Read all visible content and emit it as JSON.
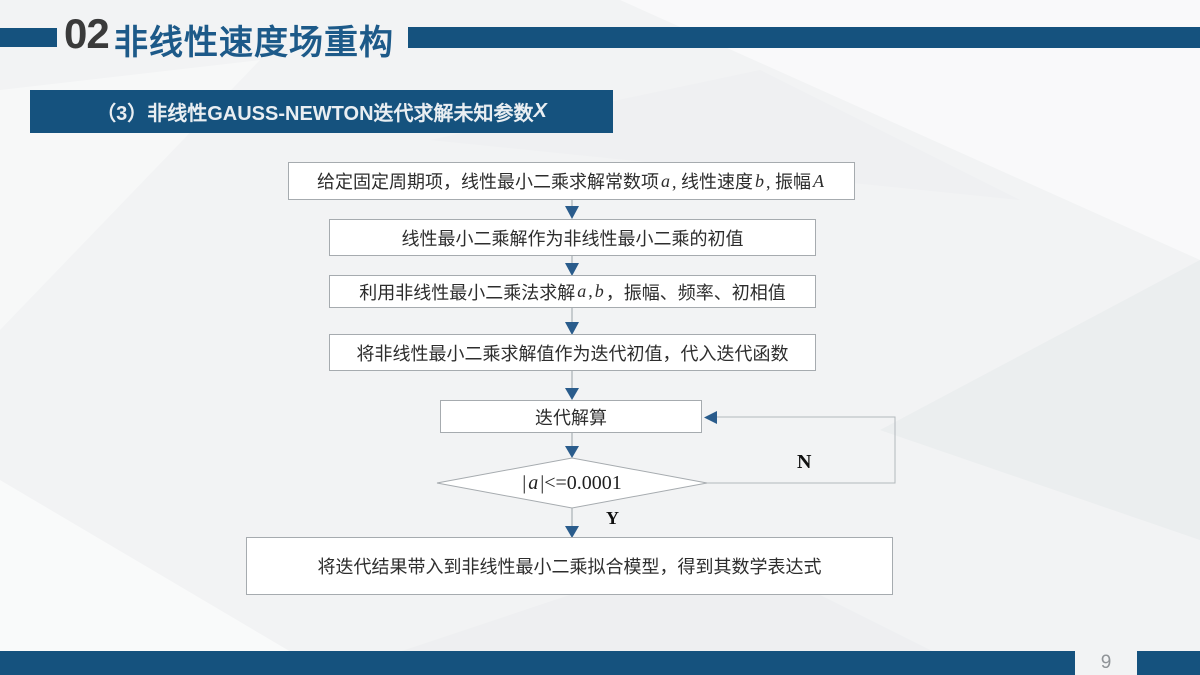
{
  "header": {
    "section_number": "02",
    "title": "非线性速度场重构"
  },
  "subheader": {
    "prefix": "（3）非线性GAUSS-NEWTON迭代求解未知参数",
    "param": "X"
  },
  "flowchart": {
    "box1": {
      "t1": "给定固定周期项，线性最小二乘求解常数项",
      "v1": "a",
      "t2": " , 线性速度",
      "v2": "b",
      "t3": " , 振幅 ",
      "v3": "A"
    },
    "box2": {
      "text": "线性最小二乘解作为非线性最小二乘的初值"
    },
    "box3": {
      "t1": "利用非线性最小二乘法求解 ",
      "v1": "a",
      "t2": " ,",
      "v2": "b",
      "t3": " ，振幅、频率、初相值"
    },
    "box4": {
      "text": "将非线性最小二乘求解值作为迭代初值，代入迭代函数"
    },
    "box5": {
      "text": "迭代解算"
    },
    "decision": {
      "t1": "|",
      "v1": "a",
      "t2": "|<=0.0001"
    },
    "box6": {
      "text": "将迭代结果带入到非线性最小二乘拟合模型，得到其数学表达式"
    },
    "label_no": "N",
    "label_yes": "Y"
  },
  "footer": {
    "page_number": "9"
  },
  "colors": {
    "accent_blue": "#15527e",
    "title_blue": "#1d5a89",
    "arrow_blue": "#2a5c8c",
    "box_border_gray": "#a6abaf",
    "background_gray": "#f2f3f4"
  }
}
